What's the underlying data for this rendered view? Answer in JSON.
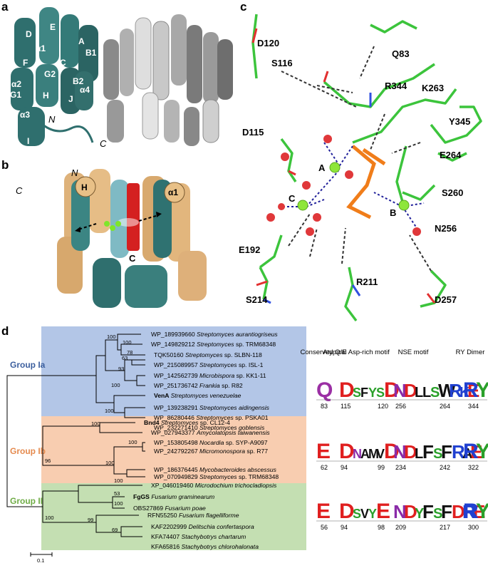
{
  "panels": {
    "a": {
      "label": "a",
      "helices": [
        "D",
        "E",
        "A",
        "α1",
        "B1",
        "F",
        "C",
        "G2",
        "B2",
        "α2",
        "α4",
        "G1",
        "H",
        "J",
        "α3",
        "I"
      ],
      "termini": [
        "N",
        "C"
      ]
    },
    "b": {
      "label": "b",
      "markers": [
        "N",
        "C",
        "H",
        "α1",
        "C"
      ]
    },
    "c": {
      "label": "c",
      "residues": [
        "D120",
        "Q83",
        "S116",
        "R344",
        "K263",
        "Y345",
        "D115",
        "E264",
        "S260",
        "N256",
        "E192",
        "R211",
        "S214",
        "D257"
      ],
      "metals": [
        "A",
        "C",
        "B"
      ]
    },
    "d": {
      "label": "d",
      "groups": [
        {
          "name": "Group Ia",
          "color": "#b3c6e7",
          "text_color": "#3c5f9e"
        },
        {
          "name": "Group Ib",
          "color": "#f8cdb0",
          "text_color": "#e58a4e"
        },
        {
          "name": "Group II",
          "color": "#c4dfb2",
          "text_color": "#6fac46"
        }
      ],
      "leaves": [
        {
          "acc": "WP_189939660",
          "sp": "Streptomyces aurantiogriseus"
        },
        {
          "acc": "WP_149829212",
          "sp": "Streptomyces",
          "rest": " sp. TRM68348"
        },
        {
          "acc": "TQK50160",
          "sp": "Streptomyces",
          "rest": " sp. SLBN-118"
        },
        {
          "acc": "WP_215089957",
          "sp": "Streptomyces",
          "rest": " sp. ISL-1"
        },
        {
          "acc": "WP_142562739",
          "sp": "Microbispora",
          "rest": " sp. KK1-11"
        },
        {
          "acc": "WP_251736742",
          "sp": "Frankia",
          "rest": " sp. R82"
        },
        {
          "acc": "VenA",
          "sp": "Streptomyces venezuelae",
          "bold": true
        },
        {
          "acc": "WP_139238291",
          "sp": "Streptomyces aidingensis"
        },
        {
          "acc": "WP_86280446",
          "sp": "Streptomyces",
          "rest": " sp. PSKA01"
        },
        {
          "acc": "WP_232271410",
          "sp": "Streptomyces goblensis"
        },
        {
          "acc": "Bnd4",
          "sp": "Streptomyces",
          "rest": " sp. CL12-4",
          "bold": true
        },
        {
          "acc": "WP_027943377",
          "sp": "Amycolatopsis taiwanensis"
        },
        {
          "acc": "WP_153805498",
          "sp": "Nocardia",
          "rest": " sp. SYP-A9097"
        },
        {
          "acc": "WP_242792267",
          "sp": "Micromonospora",
          "rest": " sp. R77"
        },
        {
          "acc": "WP_186376445",
          "sp": "Mycobacteroides abscessus"
        },
        {
          "acc": "WP_070949829",
          "sp": "Streptomyces",
          "rest": " sp. TRM68348"
        },
        {
          "acc": "XP_046019460",
          "sp": "Microdochium trichocladiopsis"
        },
        {
          "acc": "FgGS",
          "sp": "Fusarium graminearum",
          "bold": true
        },
        {
          "acc": "OBS27869",
          "sp": "Fusarium poae"
        },
        {
          "acc": "RFN55250",
          "sp": "Fusarium flagelliforme"
        },
        {
          "acc": "KAF2202999",
          "sp": "Delitschia confertaspora"
        },
        {
          "acc": "KFA74407",
          "sp": "Stachybotrys chartarum"
        },
        {
          "acc": "KFA65816",
          "sp": "Stachybotrys chlorohalonata"
        }
      ],
      "bootstraps": [
        "100",
        "100",
        "78",
        "63",
        "93",
        "100",
        "100",
        "100",
        "96",
        "100",
        "100",
        "100",
        "53",
        "100",
        "99",
        "69",
        "100"
      ],
      "scale_label": "0.1",
      "motif_headers": [
        "Conserved Q/E",
        "Atypical Asp-rich motif",
        "NSE motif",
        "RY Dimer"
      ],
      "motif_rows": [
        {
          "q": "Q",
          "q_pos": "83",
          "asp": "DSFYSD",
          "asp_pos": [
            "115",
            "120"
          ],
          "nse": "NDLLSWRKE",
          "nse_pos": [
            "256",
            "264"
          ],
          "ry": "RY",
          "ry_pos": "344"
        },
        {
          "q": "E",
          "q_pos": "62",
          "asp": "DNAMVD",
          "asp_pos": [
            "94",
            "99"
          ],
          "nse": "NDLFSFRAE",
          "nse_pos": [
            "234",
            "242"
          ],
          "ry": "RY",
          "ry_pos": "322"
        },
        {
          "q": "E",
          "q_pos": "56",
          "asp": "DSVYE",
          "asp_pos": [
            "94",
            "98"
          ],
          "nse": "NDYFSFDRE",
          "nse_pos": [
            "209",
            "217"
          ],
          "ry": "RY",
          "ry_pos": "300"
        }
      ]
    }
  }
}
